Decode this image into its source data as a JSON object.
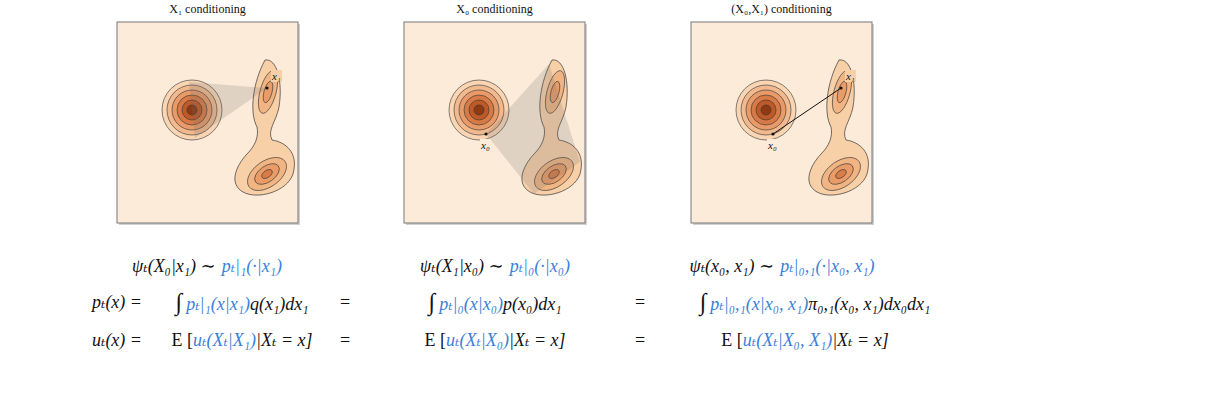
{
  "diagram": {
    "nodes": [
      {
        "text": [
          "X₁ conditioning",
          "x₁"
        ]
      },
      {
        "text": [
          "X₀ conditioning",
          "x₀"
        ]
      },
      {
        "text": [
          "(X₀,X₁) conditioning",
          "x₁",
          "x₀"
        ]
      }
    ],
    "labels": [
      "ψₜ(X₀|x₁) ∼",
      "pₜ|₁(·|x₁)",
      "ψₜ(X₁|x₀) ∼",
      "pₜ|₀(·|x₀)",
      "ψₜ(x₀, x₁) ∼",
      "pₜ|₀,₁(·|x₀, x₁)",
      "pₜ(x) =",
      "∫",
      "pₜ|₁(x|x₁)",
      "q(x₁)dx₁",
      "=",
      "∫",
      "pₜ|₀(x|x₀)",
      "p(x₀)dx₁",
      "=",
      "∫",
      "pₜ|₀,₁(x|x₀, x₁)",
      "π₀,₁(x₀, x₁)dx₀dx₁",
      "uₜ(x) =",
      "E [",
      "uₜ(Xₜ|X₁)",
      "|Xₜ = x]",
      "=",
      "E [",
      "uₜ(Xₜ|X₀)",
      "|Xₜ = x]",
      "=",
      "E [",
      "uₜ(Xₜ|X₀, X₁)",
      "|Xₜ = x]"
    ]
  }
}
